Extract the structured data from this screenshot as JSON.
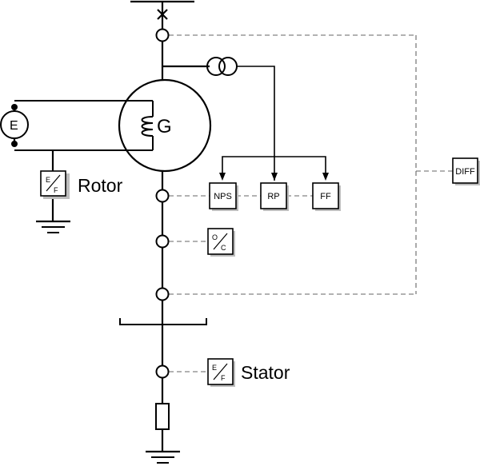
{
  "generator": {
    "label": "G"
  },
  "exciter": {
    "label": "E"
  },
  "labels": {
    "rotor": "Rotor",
    "stator": "Stator"
  },
  "relays": {
    "nps": "NPS",
    "rp": "RP",
    "ff": "FF",
    "diff": "DIFF",
    "oc": {
      "top": "O",
      "bottom": "C"
    },
    "rotor_ef": {
      "top": "E",
      "bottom": "F"
    },
    "stator_ef": {
      "top": "E",
      "bottom": "F"
    }
  }
}
